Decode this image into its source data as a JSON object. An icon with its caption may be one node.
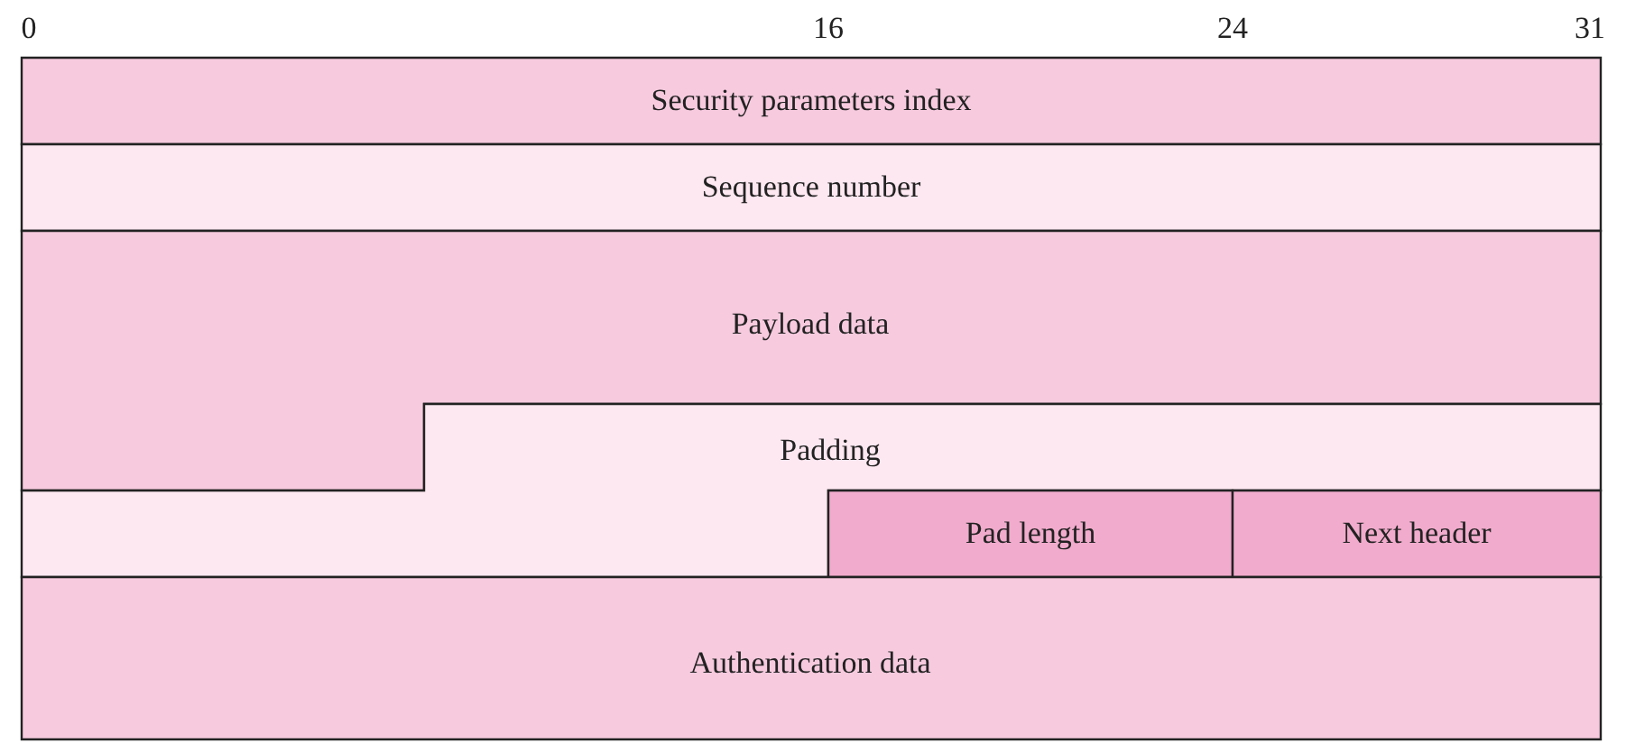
{
  "diagram": {
    "nodes": [
      {
        "text": [
          "Security parameters index"
        ]
      },
      {
        "text": [
          "Sequence number"
        ]
      },
      {
        "text": [
          "Payload data"
        ]
      },
      {
        "text": [
          "Padding"
        ]
      },
      {
        "text": [
          "Pad length"
        ]
      },
      {
        "text": [
          "Next header"
        ]
      },
      {
        "text": [
          "Authentication data"
        ]
      }
    ],
    "labels": [
      "0",
      "16",
      "24",
      "31"
    ]
  }
}
